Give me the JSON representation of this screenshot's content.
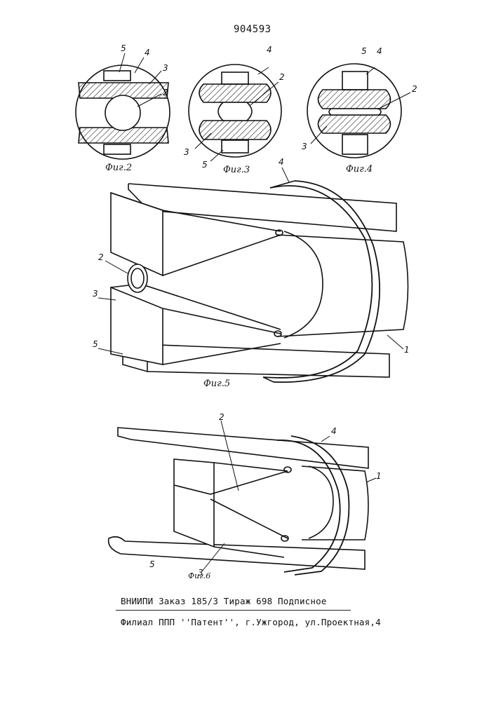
{
  "patent_number": "904593",
  "figures": {
    "fig2": {
      "caption": "Фиг.2",
      "labels": [
        "5",
        "4",
        "3",
        "2"
      ]
    },
    "fig3": {
      "caption": "Фиг.3",
      "labels": [
        "4",
        "2",
        "3",
        "5"
      ]
    },
    "fig4": {
      "caption": "Фиг.4",
      "labels": [
        "5",
        "4",
        "2",
        "3"
      ]
    },
    "fig5": {
      "caption": "Фиг.5",
      "labels": [
        "4",
        "2",
        "3",
        "5",
        "1"
      ]
    },
    "fig6": {
      "caption": "Фиг.6",
      "labels": [
        "2",
        "4",
        "1",
        "5",
        "3"
      ]
    }
  },
  "footer": {
    "line1": "ВНИИПИ    Заказ 185/3    Тираж 698    Подписное",
    "line2": "Филиал ППП ''Патент'', г.Ужгород, ул.Проектная,4"
  }
}
